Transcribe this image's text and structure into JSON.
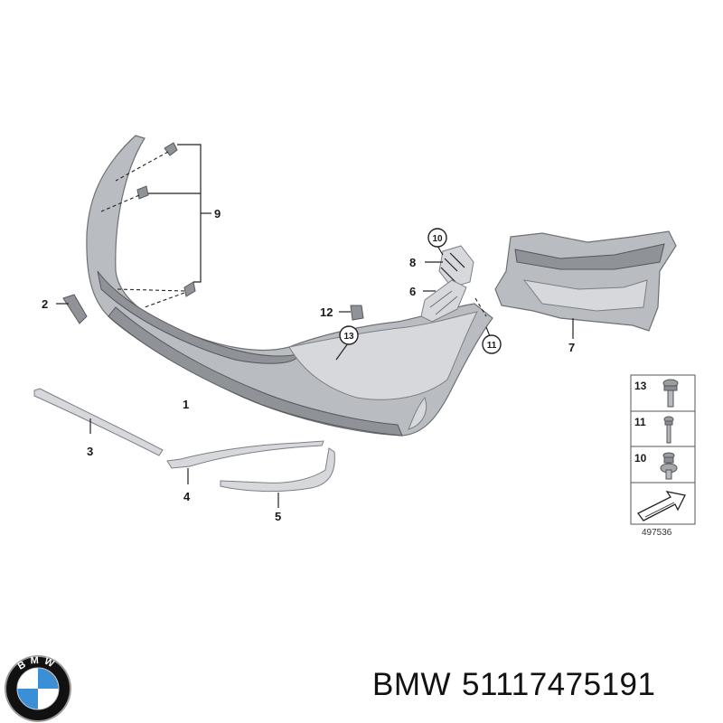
{
  "callouts": {
    "c1": "1",
    "c2": "2",
    "c3": "3",
    "c4": "4",
    "c5": "5",
    "c6": "6",
    "c7": "7",
    "c8": "8",
    "c9": "9",
    "c10": "10",
    "c11": "11",
    "c12": "12",
    "c13": "13"
  },
  "legend": {
    "items": [
      {
        "number": "13",
        "icon": "flange-screw-icon"
      },
      {
        "number": "11",
        "icon": "screw-icon"
      },
      {
        "number": "10",
        "icon": "washer-screw-icon"
      }
    ],
    "arrow_icon": "direction-arrow-icon"
  },
  "reference_number": "497536",
  "caption": {
    "brand": "BMW",
    "part_number": "51117475191"
  },
  "logo": {
    "letters": "BMW",
    "colors": {
      "blue": "#3a8fd6",
      "white": "#ffffff",
      "ring": "#111111",
      "rim": "#9a9a9a"
    }
  }
}
